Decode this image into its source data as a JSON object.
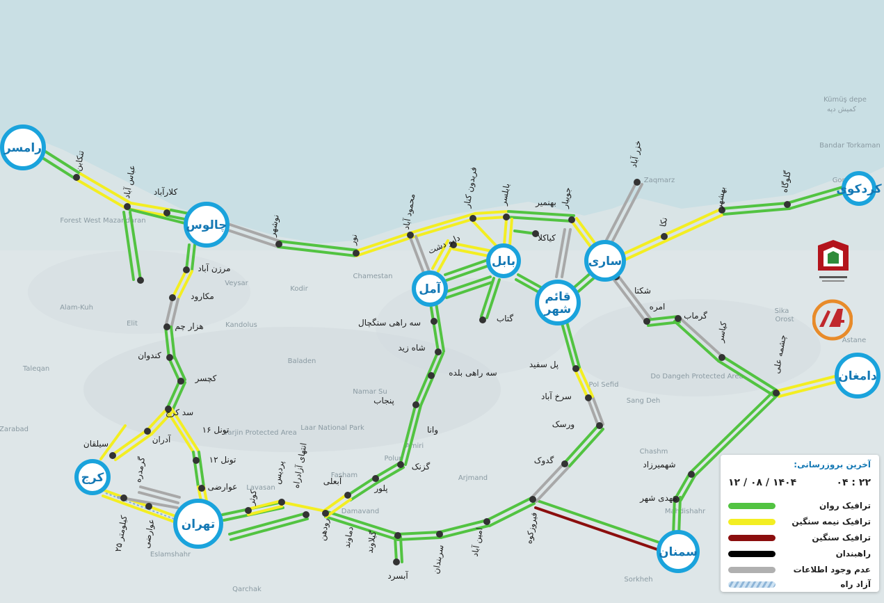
{
  "cities": [
    {
      "id": "ramsar",
      "name": "رامسر"
    },
    {
      "id": "chalus",
      "name": "چالوس"
    },
    {
      "id": "amol",
      "name": "آمل"
    },
    {
      "id": "babol",
      "name": "بابل"
    },
    {
      "id": "qaemshahr",
      "name": "قائم شهر"
    },
    {
      "id": "sari",
      "name": "ساری"
    },
    {
      "id": "kordkuy",
      "name": "کردکوی"
    },
    {
      "id": "damghan",
      "name": "دامغان"
    },
    {
      "id": "karaj",
      "name": "کرج"
    },
    {
      "id": "tehran",
      "name": "تهران"
    },
    {
      "id": "semnan",
      "name": "سمنان"
    }
  ],
  "places": [
    "تنکابن",
    "عباس آباد",
    "کلارآباد",
    "نوشهر",
    "نور",
    "محمود آباد",
    "فریدون کنار",
    "بابلسر",
    "بهنمیر",
    "جویبار",
    "خزر آباد",
    "نکا",
    "بهشهر",
    "گلوگاه",
    "کیاکلا",
    "دابو دشت",
    "شکتا",
    "امره",
    "گرماب",
    "کیاسر",
    "چشمه علی",
    "مرزن آباد",
    "مکارود",
    "هزار چم",
    "کندوان",
    "کچسر",
    "سد کرج",
    "تونل ۱۶",
    "تونل ۱۲",
    "آدران",
    "عوارضی",
    "سیلقان",
    "گرمدره",
    "کیلومتر ۲۵",
    "عوارضی",
    "کوثر",
    "پردیس",
    "انتهای آزادراه",
    "آبعلی",
    "رودهن",
    "دماوند",
    "گیلاوند",
    "آبسرد",
    "سربندان",
    "امین آباد",
    "فیروزکوه",
    "گدوک",
    "ورسک",
    "سرخ آباد",
    "پل سفید",
    "گتاب",
    "سه راهی سنگچال",
    "شاه زید",
    "سه راهی بلده",
    "پنجاب",
    "وانا",
    "گزنک",
    "پلور",
    "شهمیرزاد",
    "مهدی شهر"
  ],
  "bg_labels": [
    "Kümüş depe",
    "کمیش دپه",
    "Bandar Torkaman",
    "Gorgan",
    "Zaqmarz",
    "Forest West Mazandaran",
    "Alam-Kuh",
    "Chamestan",
    "Veysar",
    "Kodir",
    "Kandolus",
    "Baladen",
    "Taleqan",
    "Namar Su",
    "Laar National Park",
    "Varjin Protected Area",
    "Lavasan",
    "Damavand",
    "Arjmand",
    "Amiri",
    "Fasham",
    "Polur",
    "Elit",
    "Sika",
    "Orost",
    "Astane",
    "Do Dangeh Protected Area",
    "Sang Deh",
    "Chashm",
    "Mahdishahr",
    "Sorkheh",
    "Eslamshahr",
    "Qarchak",
    "Zarabad",
    "Pol Sefid"
  ],
  "legend": {
    "title": "آخرین بروزرسانی:",
    "time": "۲۲ : ۰۴",
    "date": "۱۴۰۴ / ۰۸ / ۱۲",
    "items": [
      {
        "label": "ترافیک روان",
        "color": "#52c341"
      },
      {
        "label": "ترافیک نیمه سنگین",
        "color": "#f3ee22"
      },
      {
        "label": "ترافیک سنگین",
        "color": "#8b0e0e"
      },
      {
        "label": "راهبندان",
        "color": "#000000"
      },
      {
        "label": "عدم وجود اطلاعات",
        "color": "#b0b0b0"
      },
      {
        "label": "آزاد راه",
        "color": "hatch"
      }
    ]
  },
  "colors": {
    "free": "#52c341",
    "semi": "#f3ee22",
    "heavy": "#8b0e0e",
    "blocked": "#000000",
    "nodata": "#a8a8a8",
    "city_ring": "#1aa3dc",
    "city_text": "#1478b4"
  }
}
